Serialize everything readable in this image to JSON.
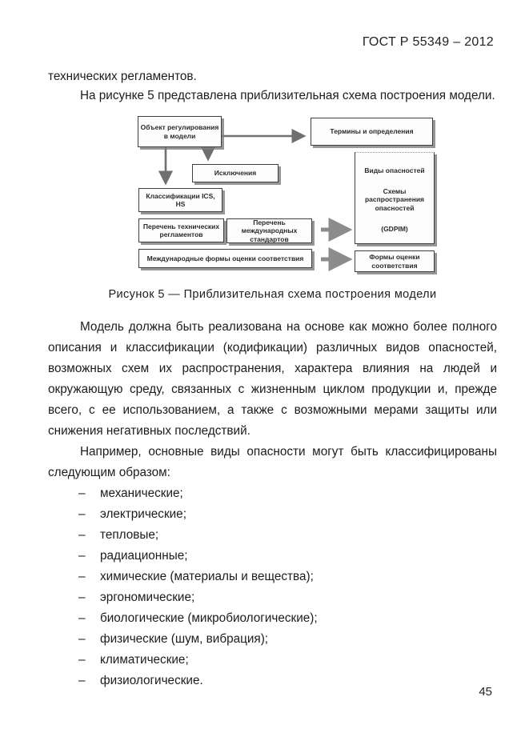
{
  "page": {
    "header": "ГОСТ Р 55349 – 2012",
    "page_number": "45"
  },
  "intro": {
    "line1": "технических регламентов.",
    "line2": "На рисунке 5 представлена приблизительная схема построения модели."
  },
  "figure": {
    "caption": "Рисунок 5 — Приблизительная схема построения модели",
    "boxes": {
      "object": "Объект регулирования в модели",
      "terms": "Термины и определения",
      "exclusions": "Исключения",
      "classifications": "Классификации ICS, HS",
      "hazards_line1": "Виды опасностей",
      "hazards_line2": "Схемы распространения опасностей",
      "hazards_line3": "(GDPIM)",
      "tech_regulations": "Перечень технических регламентов",
      "intl_standards": "Перечень международных стандартов",
      "intl_forms": "Международные формы оценки соответствия",
      "forms": "Формы оценки соответствия"
    }
  },
  "body": {
    "paragraph1": "Модель должна быть реализована на основе как можно более полного описания и классификации (кодификации) различных видов опасностей, возможных схем их распространения, характера влияния на людей и окружающую среду, связанных с жизненным циклом продукции и, прежде всего, с ее использованием, а также с возможными мерами защиты или снижения негативных последствий.",
    "paragraph2": "Например, основные виды опасности могут быть классифицированы следующим образом:",
    "dash": "–",
    "list": [
      "механические;",
      "электрические;",
      "тепловые;",
      "радиационные;",
      "химические (материалы и вещества);",
      "эргономические;",
      "биологические (микробиологические);",
      "физические (шум, вибрация);",
      "климатические;",
      "физиологические."
    ]
  },
  "colors": {
    "box_border": "#3f3f3f",
    "box_shadow": "#7d7d7d",
    "connector": "#707070",
    "big_arrow": "#8c8c8c"
  }
}
